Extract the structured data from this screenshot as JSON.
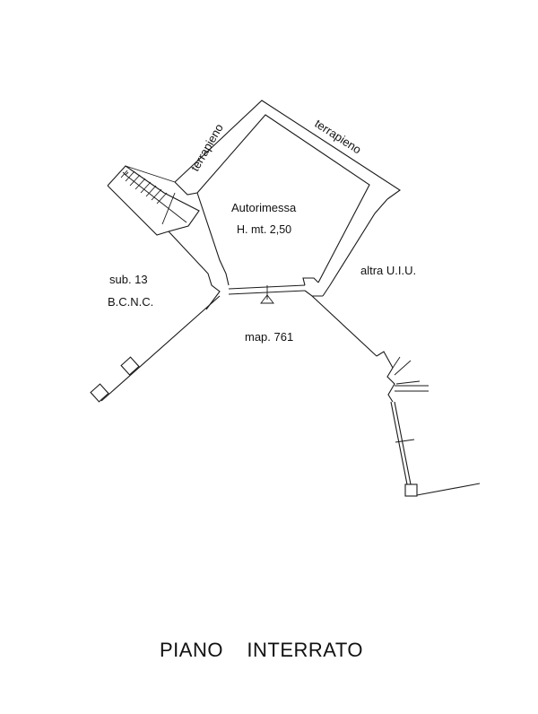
{
  "plan": {
    "rooms": {
      "garage_name": "Autorimessa",
      "garage_height": "H. mt. 2,50"
    },
    "labels": {
      "embankment_left": "terrapieno",
      "embankment_right": "terrapieno",
      "sub": "sub. 13",
      "bcnc": "B.C.N.C.",
      "other_unit": "altra U.I.U.",
      "map": "map. 761"
    },
    "title": "PIANO    INTERRATO",
    "colors": {
      "line": "#1a1a1a",
      "background": "#ffffff"
    }
  }
}
